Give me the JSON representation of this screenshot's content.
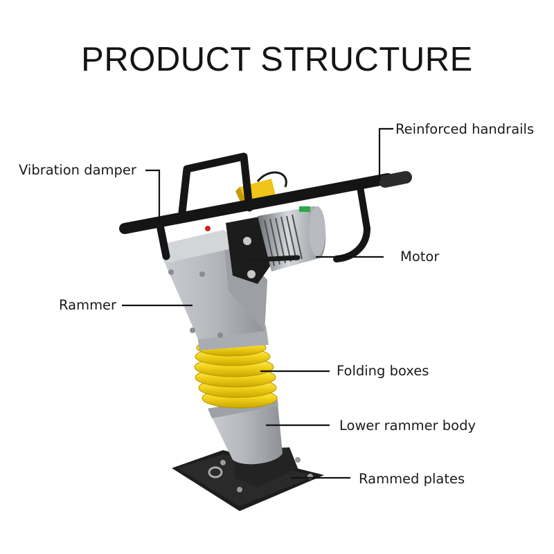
{
  "title": "PRODUCT STRUCTURE",
  "labels": {
    "reinforced_handrails": "Reinforced handrails",
    "vibration_damper": "Vibration damper",
    "motor": "Motor",
    "rammer": "Rammer",
    "folding_boxes": "Folding boxes",
    "lower_rammer_body": "Lower rammer body",
    "rammed_plates": "Rammed plates"
  },
  "colors": {
    "body_gray": "#b9bcc0",
    "bellows_yellow": "#f2d21a",
    "frame_black": "#161616",
    "leader_line": "#111111"
  }
}
